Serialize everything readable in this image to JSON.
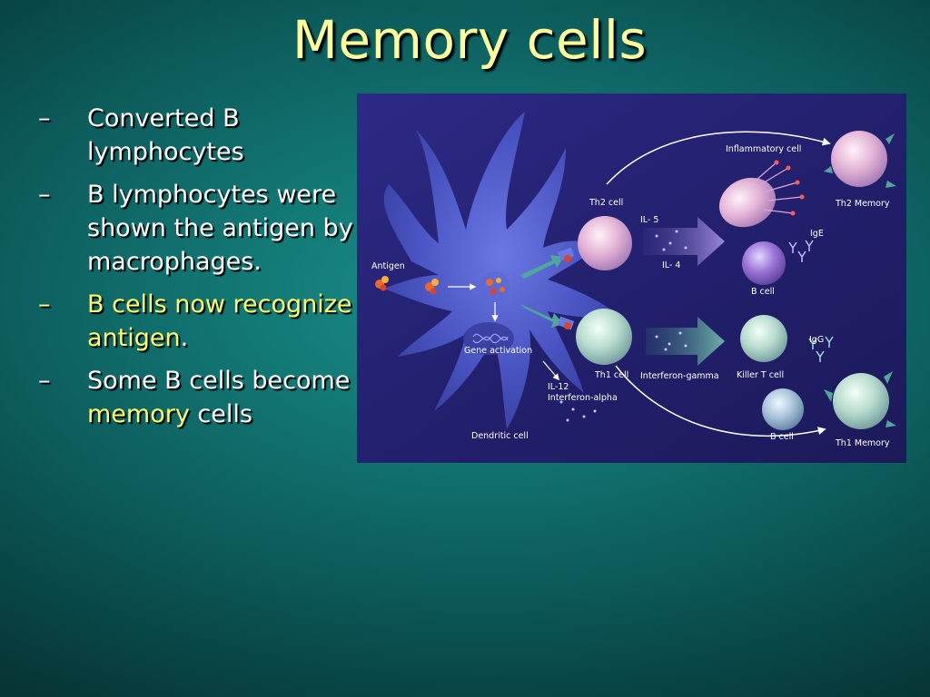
{
  "slide": {
    "title": "Memory cells",
    "bullets": [
      {
        "dash": "–",
        "text": "Converted B lymphocytes"
      },
      {
        "dash": "–",
        "text": "B lymphocytes were shown the antigen by macrophages."
      },
      {
        "dash": "–",
        "text": "B cells now recognize antigen",
        "trailing": "."
      },
      {
        "dash": "–",
        "text_before": "Some B cells become ",
        "highlight": "memory",
        "text_after": " cells"
      }
    ]
  },
  "figure": {
    "labels": {
      "antigen": "Antigen",
      "gene_activation": "Gene activation",
      "dendritic_cell": "Dendritic cell",
      "th2_cell": "Th2 cell",
      "th1_cell": "Th1 cell",
      "inflammatory_cell": "Inflammatory cell",
      "th2_memory": "Th2 Memory",
      "il5": "IL- 5",
      "il4": "IL- 4",
      "ige": "IgE",
      "b_cell_top": "B cell",
      "igg": "IgG",
      "interferon_gamma": "Interferon-gamma",
      "killer_t_cell": "Killer T cell",
      "il12": "IL-12",
      "interferon_alpha": "Interferon-alpha",
      "b_cell_bottom": "B cell",
      "th1_memory": "Th1 Memory"
    },
    "colors": {
      "background": "#23206e",
      "dendritic": "#4a55c8",
      "title_yellow": "#ffff99",
      "highlight_yellow": "#ffff66"
    }
  }
}
